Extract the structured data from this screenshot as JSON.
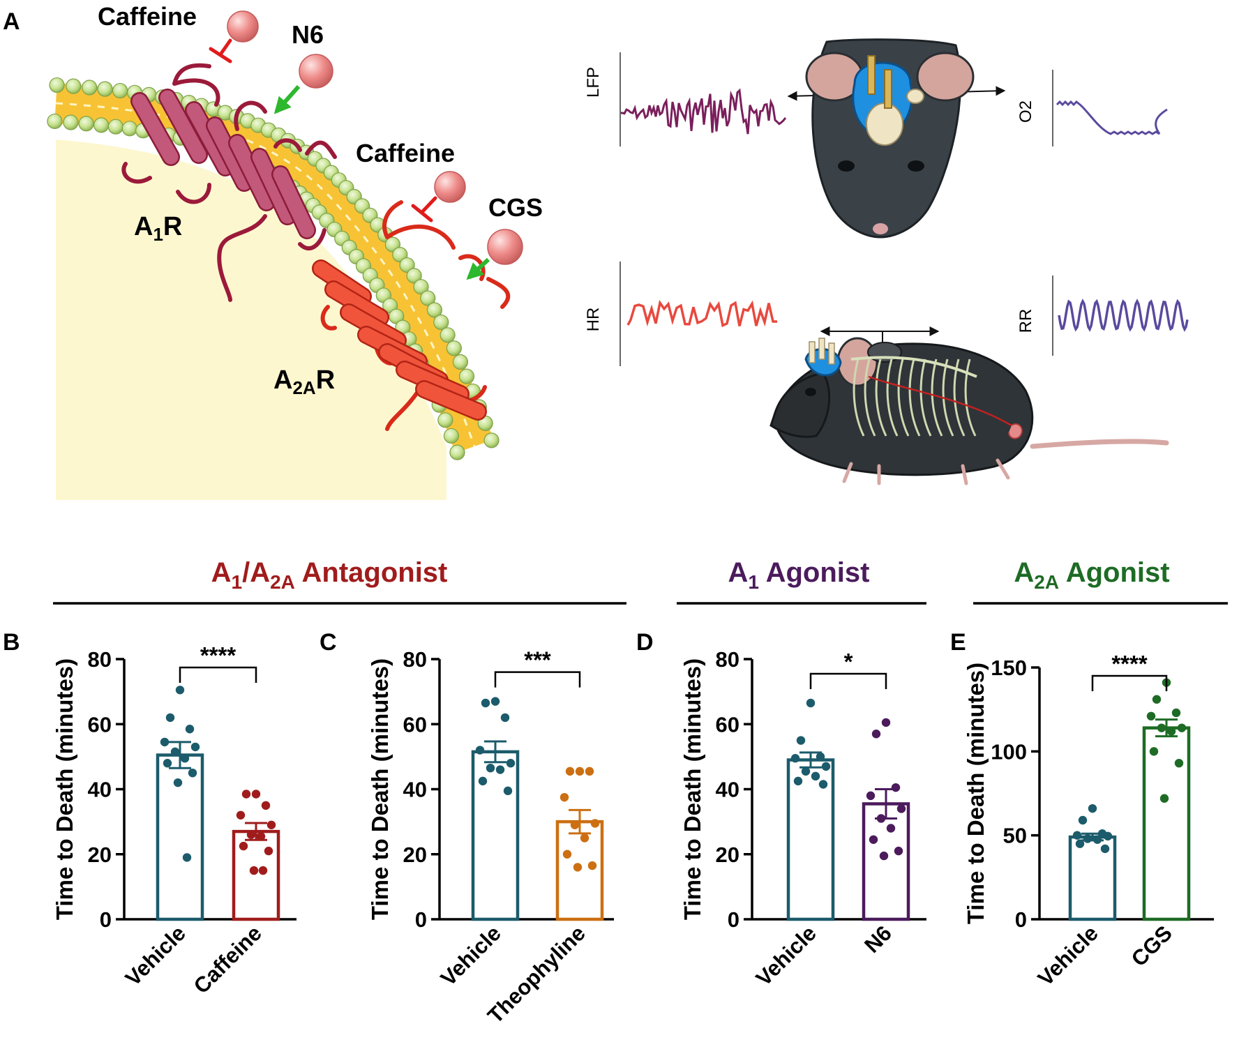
{
  "panel_labels": {
    "a": "A",
    "b": "B",
    "c": "C",
    "d": "D",
    "e": "E"
  },
  "schematic": {
    "ligand_caffeine_1": "Caffeine",
    "ligand_n6": "N6",
    "ligand_caffeine_2": "Caffeine",
    "ligand_cgs": "CGS",
    "receptor_a1": {
      "main": "A",
      "sub": "1",
      "tail": "R"
    },
    "receptor_a2a": {
      "main": "A",
      "sub": "2A",
      "tail": "R"
    },
    "trace_lfp": "LFP",
    "trace_o2": "O2",
    "trace_hr": "HR",
    "trace_rr": "RR",
    "colors": {
      "a1": "#c2587a",
      "a2a": "#f0553c",
      "membrane": "#f7c335",
      "head": "#c6e28f",
      "cytoplasm": "#fdf7cf",
      "ligand": "#ee8c8a",
      "activate": "#2db82d",
      "inhibit": "#e01b1b"
    }
  },
  "groups": [
    {
      "title": {
        "a": "A",
        "sub_a": "1",
        "slash": "/A",
        "sub_b": "2A",
        "rest": " Antagonist"
      },
      "color": "#a01c1c"
    },
    {
      "title": {
        "a": "A",
        "sub_a": "1",
        "rest": "  Agonist"
      },
      "color": "#4b1b5c"
    },
    {
      "title": {
        "a": "A",
        "sub_a": "2A",
        "rest": "  Agonist"
      },
      "color": "#1e6b25"
    }
  ],
  "chart_data": [
    {
      "type": "bar",
      "panel": "B",
      "ylabel": "Time to Death (minutes)",
      "ylim": [
        0,
        80
      ],
      "yticks": [
        0,
        20,
        40,
        60,
        80
      ],
      "categories": [
        "Vehicle",
        "Caffeine"
      ],
      "values": [
        50.5,
        27
      ],
      "sem": [
        4,
        2.6
      ],
      "colors": [
        "#1c5b6b",
        "#a01c1c"
      ],
      "points": [
        [
          70.5,
          62,
          58.5,
          54.5,
          53,
          51.5,
          49.5,
          48,
          45,
          42,
          19
        ],
        [
          38.5,
          38.5,
          35,
          32,
          29,
          26,
          25.5,
          22.5,
          21,
          15,
          15
        ]
      ],
      "significance": "****"
    },
    {
      "type": "bar",
      "panel": "C",
      "ylabel": "Time to Death (minutes)",
      "ylim": [
        0,
        80
      ],
      "yticks": [
        0,
        20,
        40,
        60,
        80
      ],
      "categories": [
        "Vehicle",
        "Theophyline"
      ],
      "values": [
        51.5,
        30
      ],
      "sem": [
        3.2,
        3.6
      ],
      "colors": [
        "#1c5b6b",
        "#cc6f12"
      ],
      "points": [
        [
          67,
          66.5,
          62,
          52,
          48,
          46.5,
          46,
          42.5,
          39.5
        ],
        [
          45.5,
          45.5,
          45.5,
          37.5,
          29.5,
          29,
          25,
          20,
          16.5,
          16
        ]
      ],
      "significance": "***"
    },
    {
      "type": "bar",
      "panel": "D",
      "ylabel": "Time to Death (minutes)",
      "ylim": [
        0,
        80
      ],
      "yticks": [
        0,
        20,
        40,
        60,
        80
      ],
      "categories": [
        "Vehicle",
        "N6"
      ],
      "values": [
        49,
        35.5
      ],
      "sem": [
        2.3,
        4.5
      ],
      "colors": [
        "#1c5b6b",
        "#4b1b5c"
      ],
      "points": [
        [
          66.5,
          55,
          50,
          49.5,
          47,
          45.5,
          44,
          42.5,
          41.5
        ],
        [
          60.5,
          57,
          40.5,
          38,
          34,
          31,
          28,
          24.5,
          21,
          19.5
        ]
      ],
      "significance": "*"
    },
    {
      "type": "bar",
      "panel": "E",
      "ylabel": "Time to Death (minutes)",
      "ylim": [
        0,
        150
      ],
      "yticks": [
        0,
        50,
        100,
        150
      ],
      "categories": [
        "Vehicle",
        "CGS"
      ],
      "values": [
        49,
        114
      ],
      "sem": [
        2,
        5
      ],
      "colors": [
        "#1c5b6b",
        "#1e6b25"
      ],
      "points": [
        [
          66,
          59,
          51,
          50,
          49.5,
          48,
          47.5,
          45,
          42
        ],
        [
          141,
          131,
          123,
          121,
          114,
          114,
          112,
          100,
          93,
          72
        ]
      ],
      "significance": "****"
    }
  ]
}
